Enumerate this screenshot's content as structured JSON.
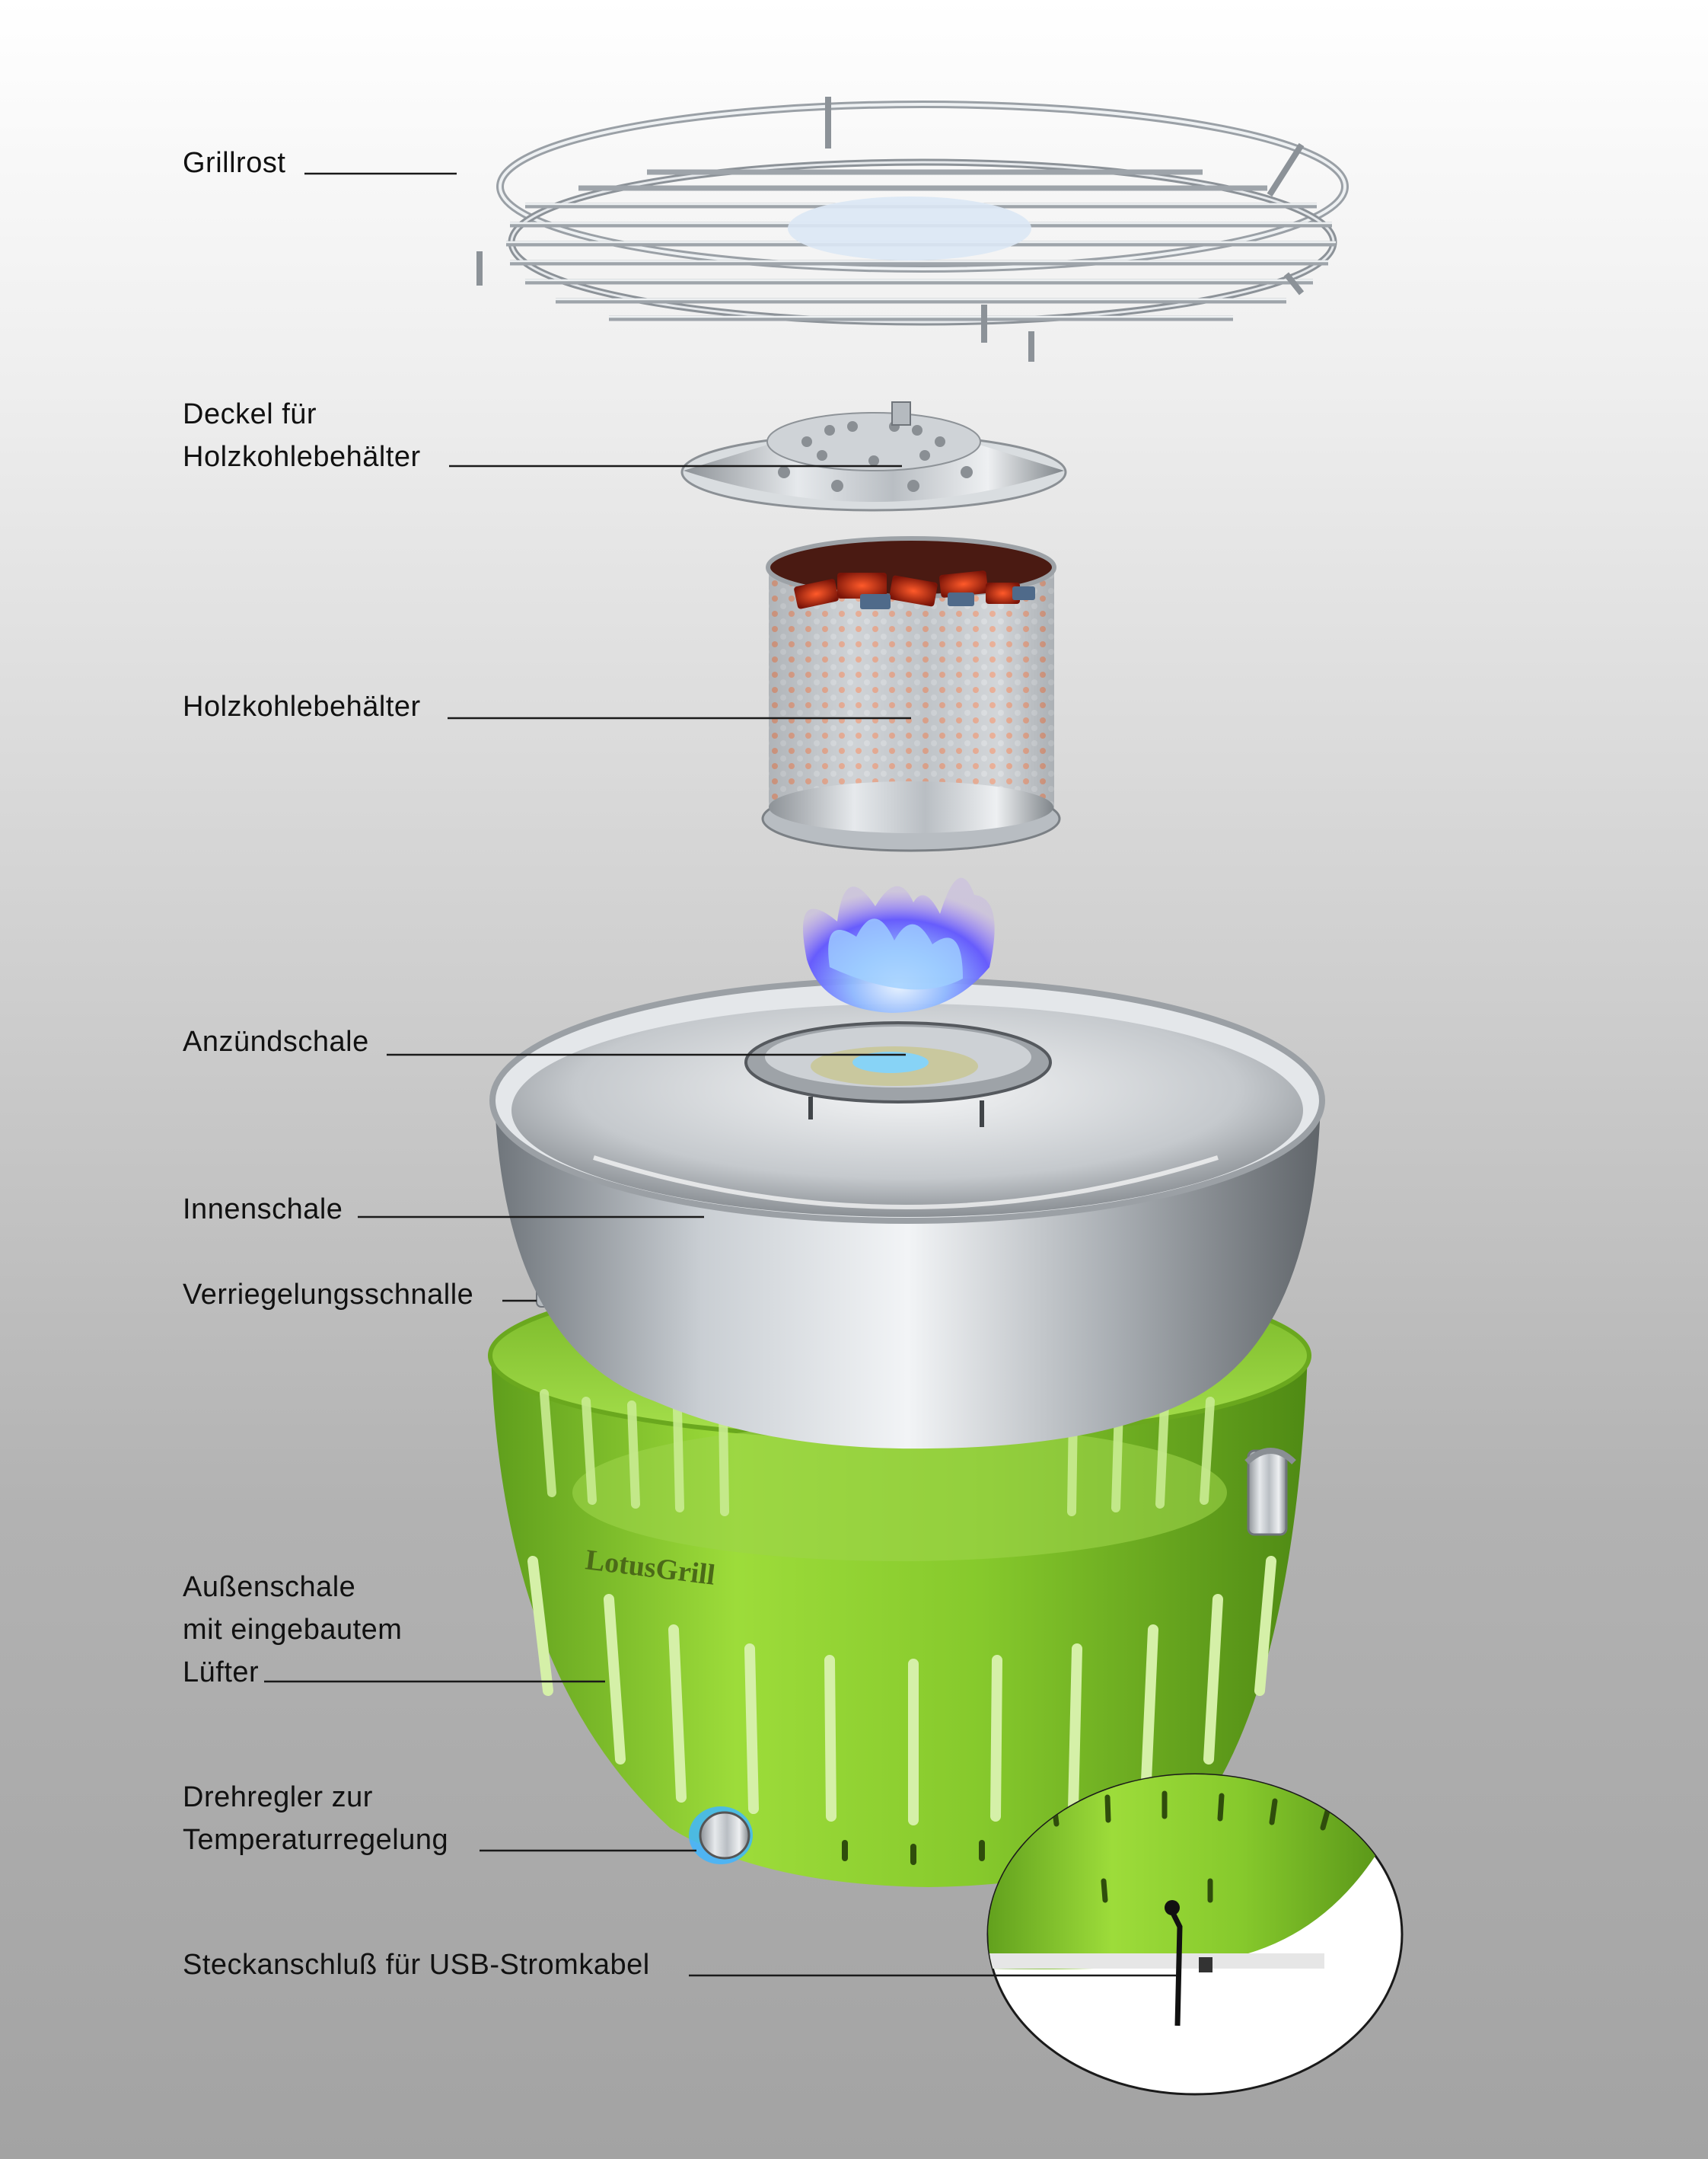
{
  "brand": {
    "logo_text": "LotusGrill"
  },
  "labels": {
    "grillrost": "Grillrost",
    "deckel_line1": "Deckel für",
    "deckel_line2": "Holzkohlebehälter",
    "holzkohlebehaelter": "Holzkohlebehälter",
    "anzuendschale": "Anzündschale",
    "innenschale": "Innenschale",
    "verriegelungsschnalle": "Verriegelungsschnalle",
    "aussenschale_line1": "Außenschale",
    "aussenschale_line2": "mit eingebautem",
    "aussenschale_line3": "Lüfter",
    "drehregler_line1": "Drehregler zur",
    "drehregler_line2": "Temperaturregelung",
    "steckanschluss": "Steckanschluß für USB-Stromkabel"
  },
  "colors": {
    "body_green": "#8ed12e",
    "steel": "#c8cdd2",
    "flame_blue": "#6a6cff",
    "leader_line": "#1a1a1a"
  },
  "icons": [
    "grill-grate-icon",
    "lid-icon",
    "charcoal-container-icon",
    "ignition-dish-icon",
    "inner-bowl-icon",
    "latch-icon",
    "outer-shell-icon",
    "knob-icon",
    "usb-port-icon"
  ]
}
